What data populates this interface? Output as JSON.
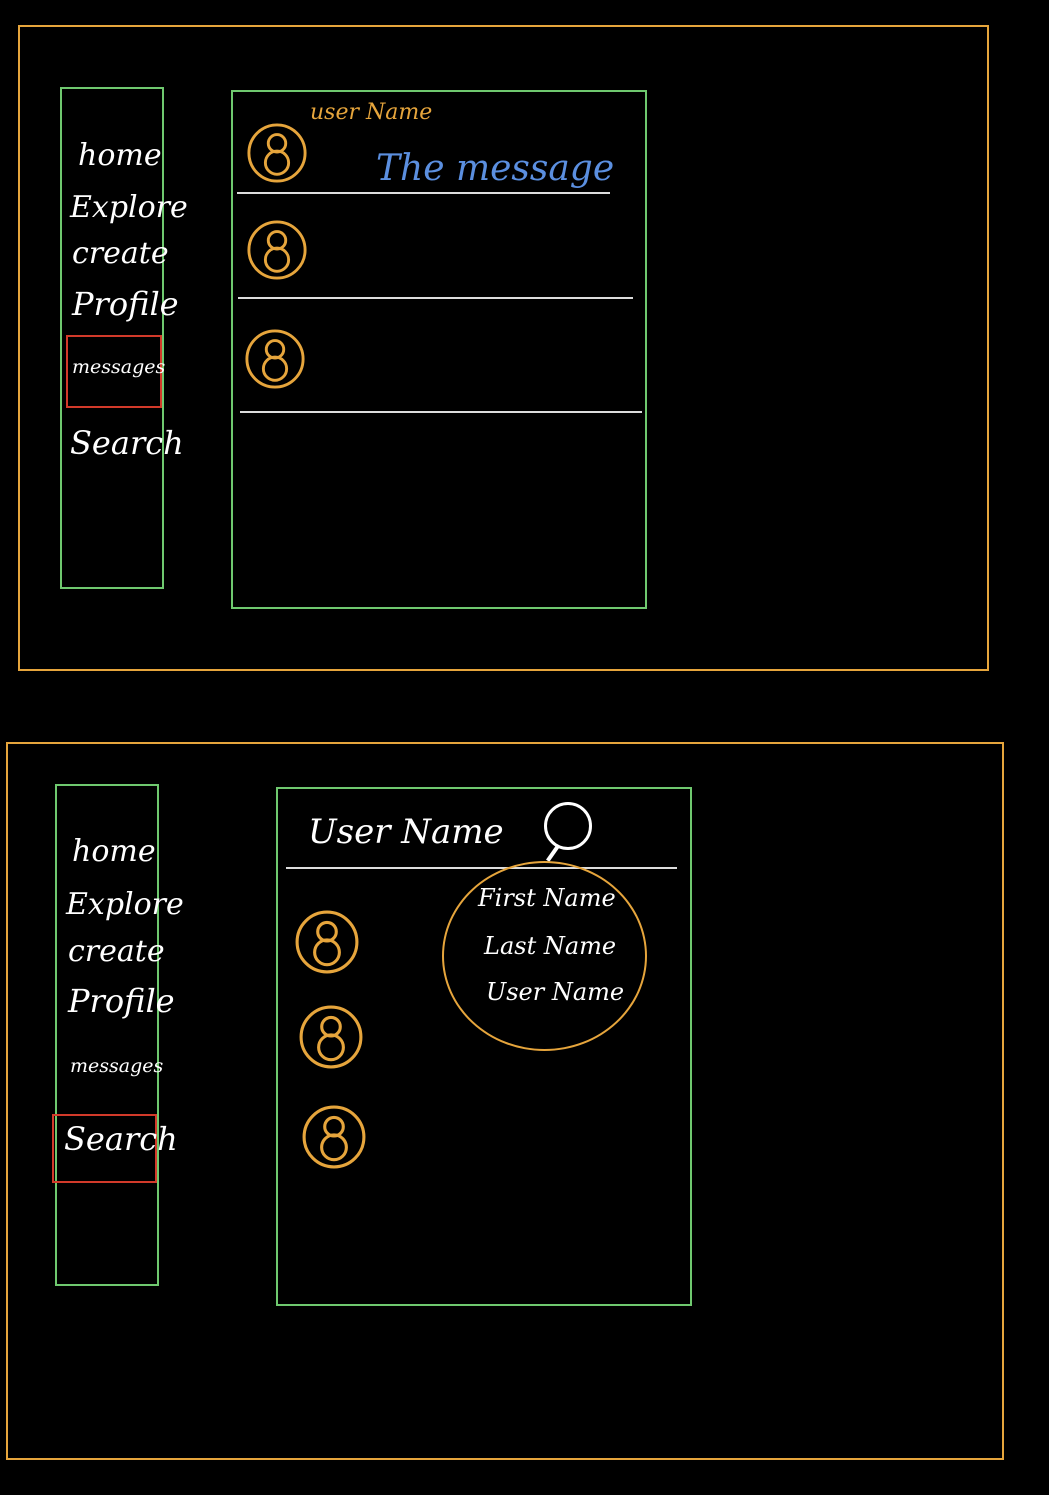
{
  "colors": {
    "frame": "#e6a53c",
    "panel": "#6fc96f",
    "selected": "#d23a2a",
    "text": "#ffffff",
    "message": "#5b8fe0",
    "divider": "#dcdcdc"
  },
  "screen1": {
    "nav": [
      "home",
      "Explore",
      "create",
      "Profile",
      "messages",
      "Search"
    ],
    "selected_nav": "messages",
    "message_list": {
      "username": "user Name",
      "message": "The message",
      "avatars": [
        "user-avatar-icon",
        "user-avatar-icon",
        "user-avatar-icon"
      ]
    }
  },
  "screen2": {
    "nav": [
      "home",
      "Explore",
      "create",
      "Profile",
      "messages",
      "Search"
    ],
    "selected_nav": "Search",
    "search_panel": {
      "input_label": "User Name",
      "icon": "search-icon",
      "dropdown": [
        "First Name",
        "Last Name",
        "User Name"
      ],
      "avatars": [
        "user-avatar-icon",
        "user-avatar-icon",
        "user-avatar-icon"
      ]
    }
  }
}
